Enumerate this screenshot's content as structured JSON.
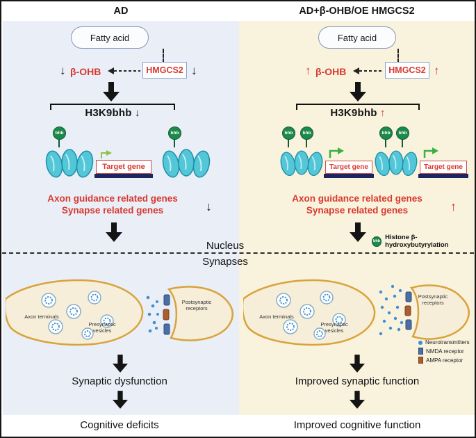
{
  "titles": {
    "left": "AD",
    "right": "AD+β-OHB/OE HMGCS2"
  },
  "arrows": {
    "down": "↓",
    "up": "↑"
  },
  "compartments": {
    "nucleus": "Nucleus",
    "synapses": "Synapses"
  },
  "molecules": {
    "fatty_acid": "Fatty acid",
    "bohb": "β-OHB",
    "hmgcs2": "HMGCS2",
    "h3k9bhb": "H3K9bhb",
    "bhb": "bhb",
    "target_gene": "Target gene"
  },
  "genes": {
    "line1": "Axon guidance related genes",
    "line2": "Synapse related genes"
  },
  "synapse_labels": {
    "axon_terminals": "Axon terminals",
    "presynaptic_vesicles": "Presynaptic vesicles",
    "postsynaptic_receptors": "Postsynaptic receptors"
  },
  "legend": {
    "histone": "Histone β-hydroxybutyrylation",
    "neurotransmitters": "Neurotransmitters",
    "nmda": "NMDA receptor",
    "ampa": "AMPA receptor"
  },
  "outcomes": {
    "left1": "Synaptic dysfunction",
    "left2": "Cognitive deficits",
    "right1": "Improved synaptic function",
    "right2": "Improved cognitive function"
  },
  "colors": {
    "panel_left_bg": "#e9eef7",
    "panel_right_bg": "#f9f2dd",
    "red": "#d8392f",
    "nucleosome_teal": "#53c6d8",
    "bhb_green": "#1d8a4c",
    "transcription_green": "#3cb043",
    "gene_navy": "#1b2660",
    "membrane_orange": "#d9a33c",
    "neurotransmitter_blue": "#3f8fd4"
  }
}
